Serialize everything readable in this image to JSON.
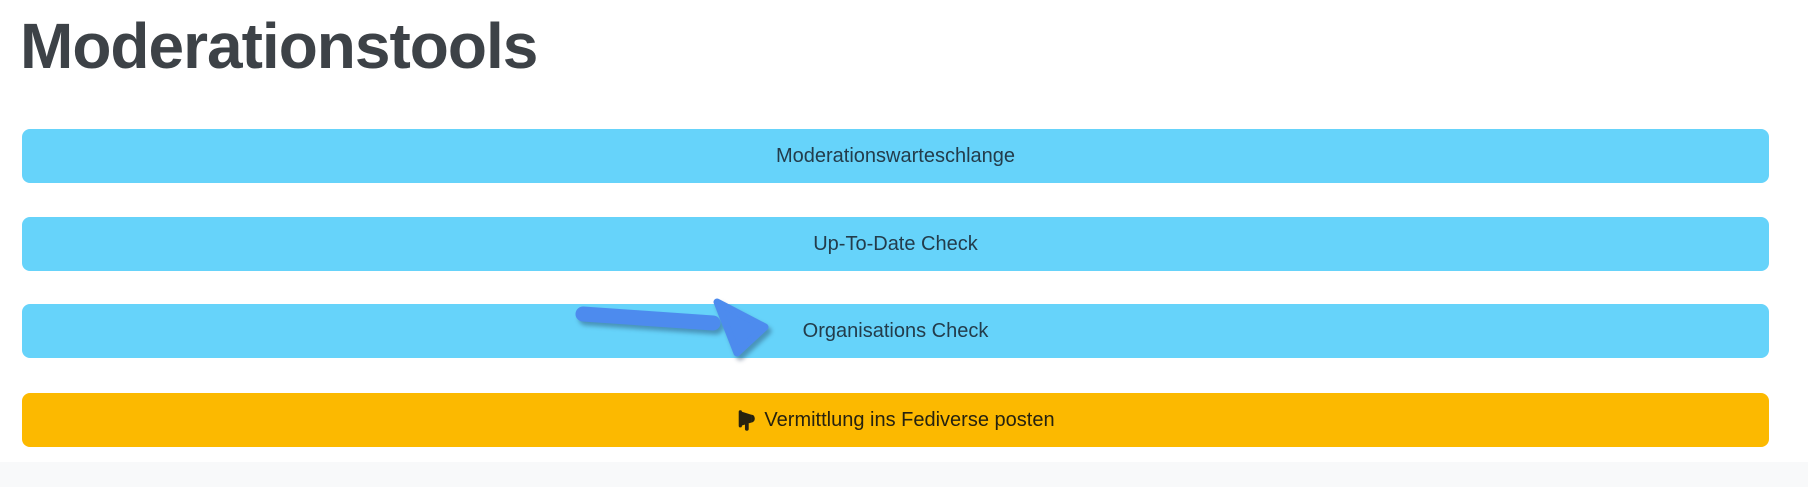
{
  "page": {
    "title": "Moderationstools"
  },
  "buttons": [
    {
      "label": "Moderationswarteschlange",
      "variant": "info"
    },
    {
      "label": "Up-To-Date Check",
      "variant": "info"
    },
    {
      "label": "Organisations Check",
      "variant": "info"
    },
    {
      "label": "Vermittlung ins Fediverse posten",
      "variant": "warning",
      "icon": "megaphone-icon"
    }
  ],
  "annotation": {
    "icon": "arrow-right-icon",
    "color": "#4d8bee"
  },
  "colors": {
    "info_button_background": "#66d3fa",
    "info_button_text": "#233c4b",
    "warning_button_background": "#fcb900",
    "warning_button_text": "#26220f",
    "title_text": "#3d4247",
    "footer_background": "#f8f9fa",
    "arrow": "#4d8bee",
    "page_background": "#ffffff"
  }
}
